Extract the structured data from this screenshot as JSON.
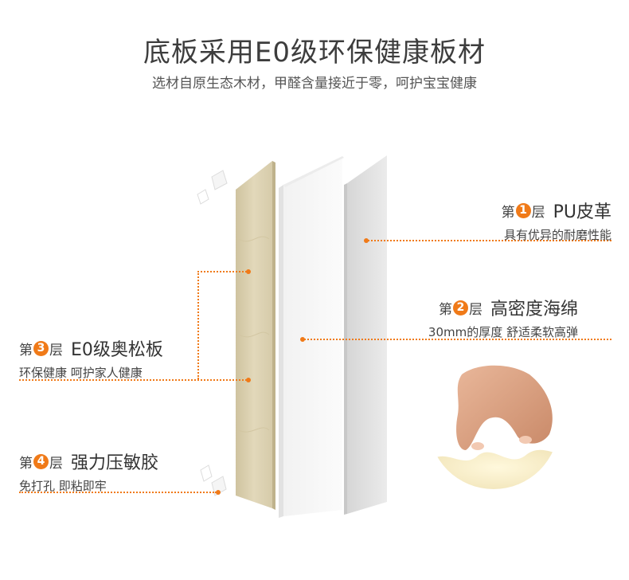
{
  "header": {
    "title": "底板采用E0级环保健康板材",
    "subtitle": "选材自原生态木材，甲醛含量接近于零，呵护宝宝健康"
  },
  "layers": [
    {
      "prefix": "第",
      "number": "1",
      "suffix": "层",
      "name": "PU皮革",
      "desc": "具有优异的耐磨性能"
    },
    {
      "prefix": "第",
      "number": "2",
      "suffix": "层",
      "name": "高密度海绵",
      "desc": "30mm的厚度  舒适柔软高弹"
    },
    {
      "prefix": "第",
      "number": "3",
      "suffix": "层",
      "name": "E0级奥松板",
      "desc": "环保健康  呵护家人健康"
    },
    {
      "prefix": "第",
      "number": "4",
      "suffix": "层",
      "name": "强力压敏胶",
      "desc": "免打孔  即粘即牢"
    }
  ],
  "colors": {
    "accent": "#f07a18",
    "wood": "#ddd2b2",
    "foam": "#f6f6f6",
    "leather": "#dedede"
  }
}
